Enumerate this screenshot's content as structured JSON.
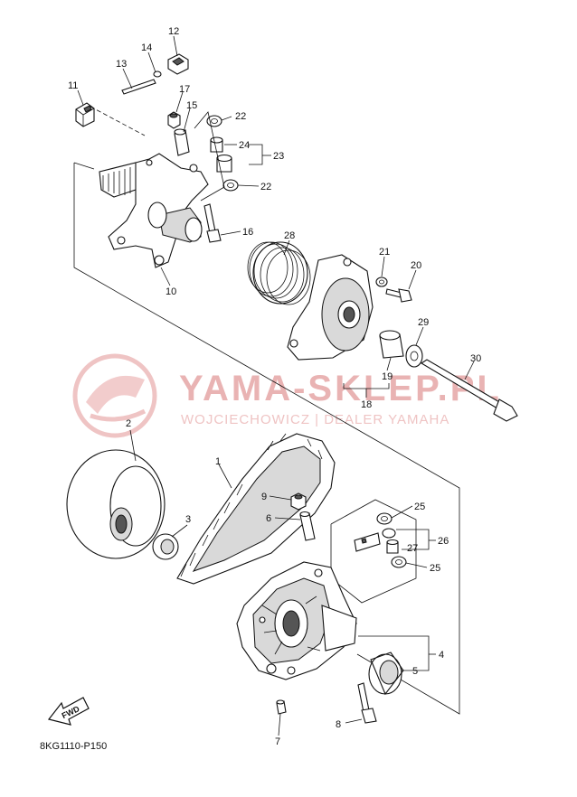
{
  "diagram_code": "8KG1110-P150",
  "watermark": {
    "title": "YAMA-SKLEP.PL",
    "subtitle": "WOJCIECHOWICZ | DEALER YAMAHA"
  },
  "fwd_label": "FWD",
  "callouts": {
    "c1": "1",
    "c2": "2",
    "c3": "3",
    "c4": "4",
    "c5": "5",
    "c6": "6",
    "c7": "7",
    "c8": "8",
    "c9": "9",
    "c10": "10",
    "c11": "11",
    "c12": "12",
    "c13": "13",
    "c14": "14",
    "c15": "15",
    "c16": "16",
    "c17": "17",
    "c18": "18",
    "c19": "19",
    "c20": "20",
    "c21": "21",
    "c22a": "22",
    "c22b": "22",
    "c23": "23",
    "c24": "24",
    "c25a": "25",
    "c25b": "25",
    "c26": "26",
    "c27": "27",
    "c28": "28",
    "c29": "29",
    "c30": "30"
  }
}
